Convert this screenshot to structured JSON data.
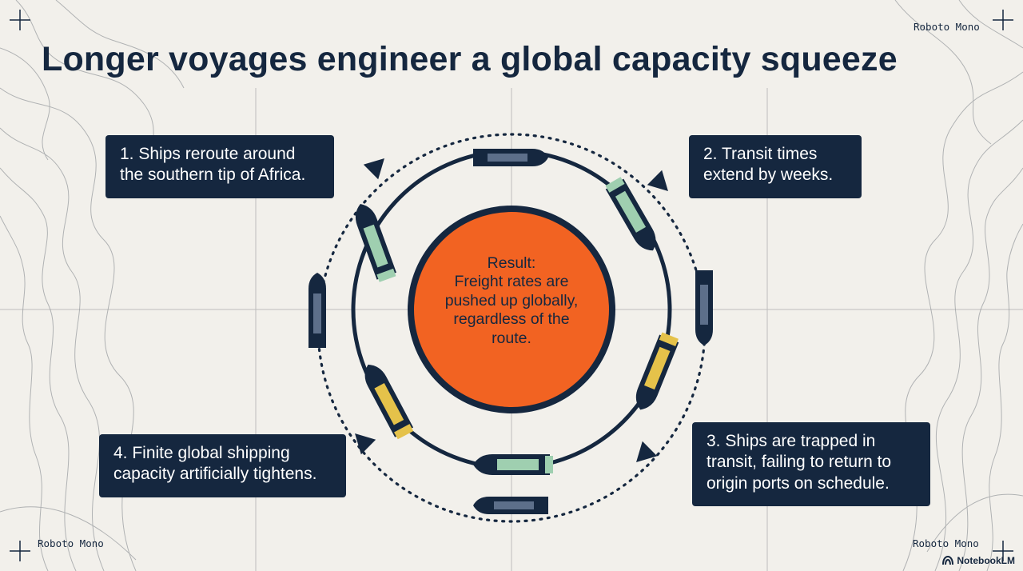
{
  "title": "Longer voyages engineer a global capacity squeeze",
  "font_labels": {
    "top_right": "Roboto Mono",
    "bottom_left": "Roboto Mono",
    "bottom_right": "Roboto Mono"
  },
  "steps": [
    {
      "lines": [
        "1. Ships reroute around",
        "the southern tip of Africa."
      ]
    },
    {
      "lines": [
        "2. Transit times",
        "extend by weeks."
      ]
    },
    {
      "lines": [
        "3. Ships are trapped in",
        "transit, failing to return to",
        "origin ports on schedule."
      ]
    },
    {
      "lines": [
        "4. Finite global shipping",
        "capacity artificially tightens."
      ]
    }
  ],
  "center": {
    "lines": [
      "Result:",
      "Freight rates are",
      "pushed up globally,",
      "regardless of the",
      "route."
    ]
  },
  "colors": {
    "navy": "#15273f",
    "orange": "#f26322",
    "green": "#9fcfb0",
    "yellow": "#e5c24a",
    "background": "#f2f0eb"
  },
  "brand": "NotebookLM"
}
